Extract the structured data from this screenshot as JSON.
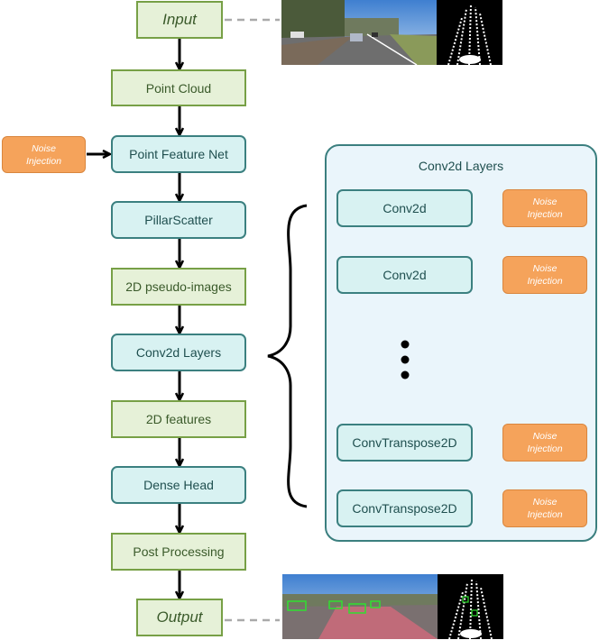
{
  "main_flow": {
    "input": "Input",
    "point_cloud": "Point Cloud",
    "point_feature_net": "Point Feature Net",
    "pillar_scatter": "PillarScatter",
    "pseudo_images": "2D pseudo-images",
    "conv2d_layers": "Conv2d Layers",
    "features_2d": "2D features",
    "dense_head": "Dense Head",
    "post_processing": "Post Processing",
    "output": "Output"
  },
  "noise": {
    "line1": "Noise",
    "line2": "Injection"
  },
  "panel": {
    "title": "Conv2d Layers",
    "layer1": "Conv2d",
    "layer2": "Conv2d",
    "layer3": "ConvTranspose2D",
    "layer4": "ConvTranspose2D"
  },
  "colors": {
    "data_box": "#e6f1d8",
    "module_box": "#d8f2f2",
    "noise_box": "#f5a35b",
    "panel_bg": "#eaf5fb"
  }
}
